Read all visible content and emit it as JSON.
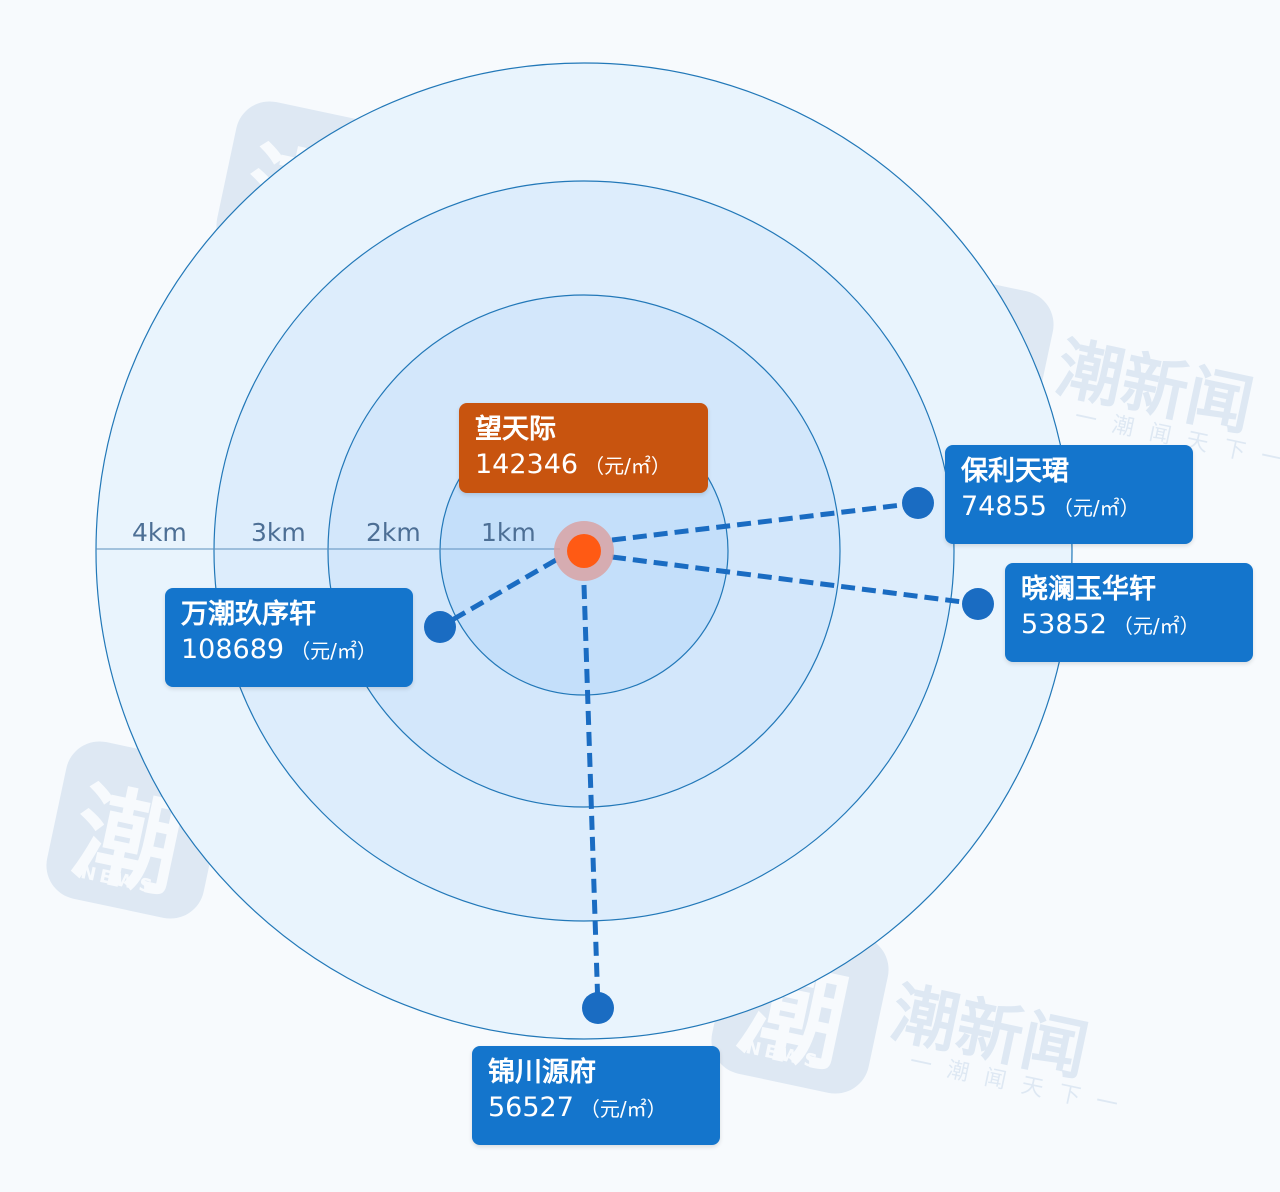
{
  "watermark": {
    "brand": "潮新闻",
    "slogan": "一潮闻天下一",
    "logo_text": "NEWS",
    "logo_glyph": "潮"
  },
  "rings": {
    "labels": [
      "1km",
      "2km",
      "3km",
      "4km"
    ],
    "colors": [
      "#c4dffa",
      "#d3e7fb",
      "#ddedfc",
      "#e9f4fd"
    ],
    "line_color": "#2278b8"
  },
  "center": {
    "name": "望天际",
    "price": "142346",
    "unit": "（元/㎡）",
    "color": "#c8540f",
    "dot_color": "#ff5a14"
  },
  "projects": [
    {
      "name": "保利天珺",
      "price": "74855",
      "unit": "（元/㎡）"
    },
    {
      "name": "晓澜玉华轩",
      "price": "53852",
      "unit": "（元/㎡）"
    },
    {
      "name": "万潮玖序轩",
      "price": "108689",
      "unit": "（元/㎡）"
    },
    {
      "name": "锦川源府",
      "price": "56527",
      "unit": "（元/㎡）"
    }
  ],
  "accent_color": "#1475cc"
}
